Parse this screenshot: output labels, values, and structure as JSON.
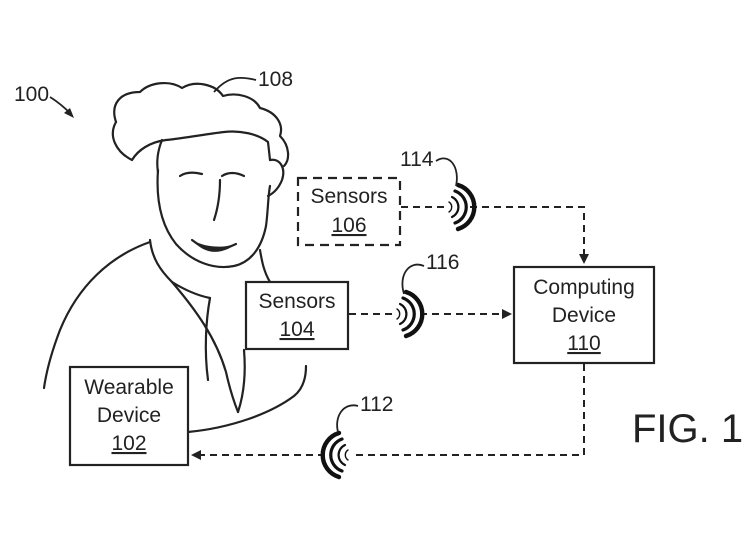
{
  "diagram_ref": "100",
  "person_ref": "108",
  "figure_label": "FIG. 1",
  "boxes": {
    "sensors_106": {
      "line1": "Sensors",
      "ref": "106"
    },
    "sensors_104": {
      "line1": "Sensors",
      "ref": "104"
    },
    "computing_110": {
      "line1": "Computing",
      "line2": "Device",
      "ref": "110"
    },
    "wearable_102": {
      "line1": "Wearable",
      "line2": "Device",
      "ref": "102"
    }
  },
  "signals": {
    "signal_114": {
      "ref": "114"
    },
    "signal_116": {
      "ref": "116"
    },
    "signal_112": {
      "ref": "112"
    }
  }
}
